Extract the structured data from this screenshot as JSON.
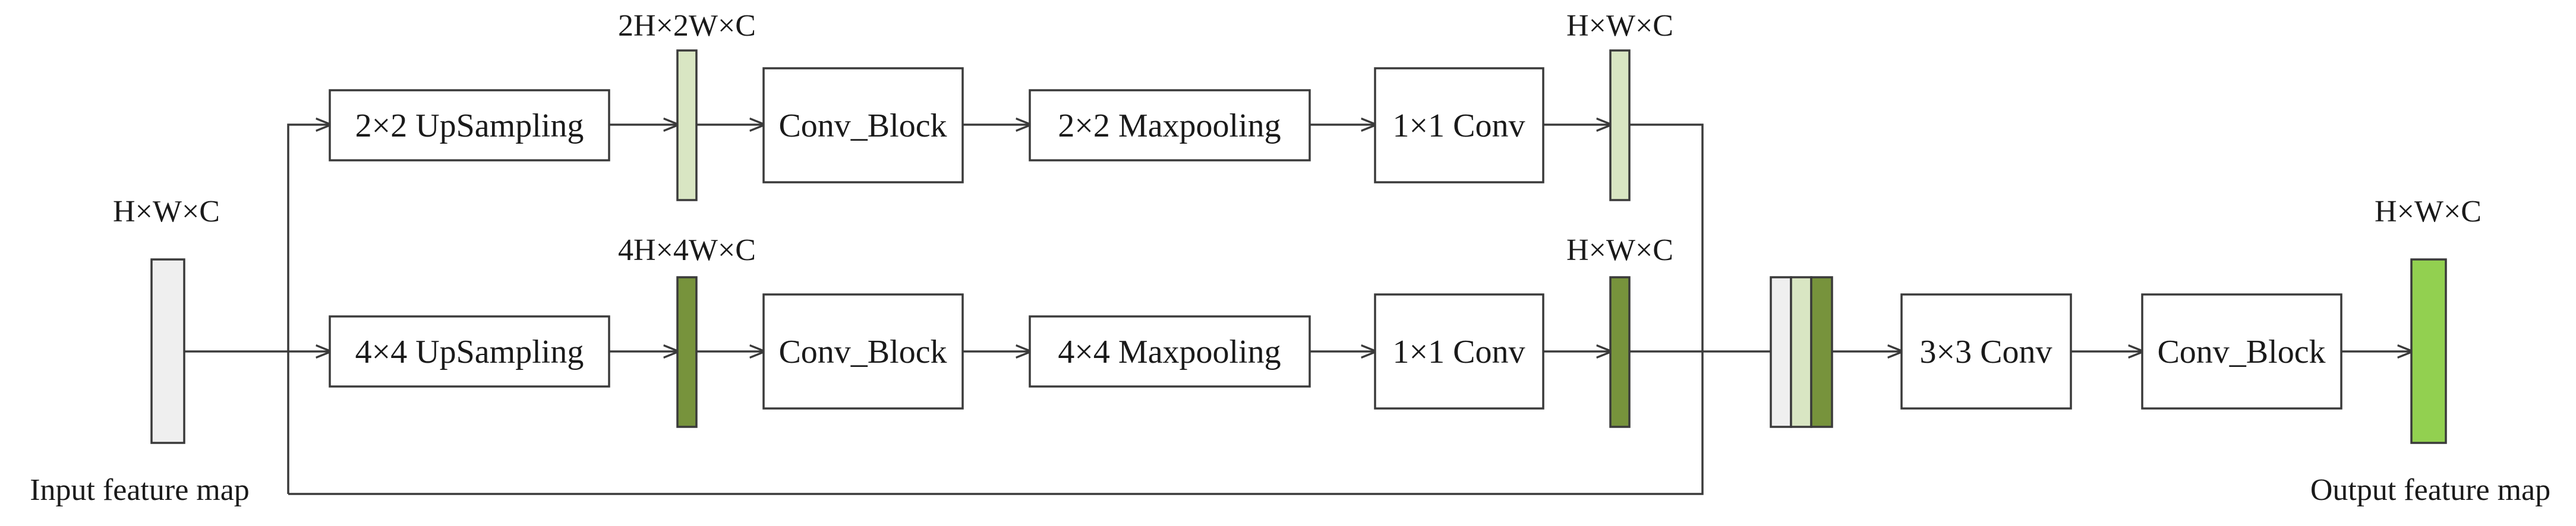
{
  "colors": {
    "input_map": "#efefef",
    "light_green": "#d9e6c3",
    "dark_green": "#77933c",
    "output_green": "#92d050",
    "line": "#3a3a3a",
    "text": "#1a1a1a"
  },
  "labels": {
    "input_dim": "H×W×C",
    "input_caption": "Input feature map",
    "top_branch_dim": "2H×2W×C",
    "top_branch_out_dim": "H×W×C",
    "bottom_branch_dim": "4H×4W×C",
    "bottom_branch_out_dim": "H×W×C",
    "output_dim": "H×W×C",
    "output_caption": "Output feature map"
  },
  "top_branch": {
    "upsampling": "2×2 UpSampling",
    "conv_block": "Conv_Block",
    "maxpooling": "2×2 Maxpooling",
    "conv1x1": "1×1 Conv"
  },
  "bottom_branch": {
    "upsampling": "4×4 UpSampling",
    "conv_block": "Conv_Block",
    "maxpooling": "4×4 Maxpooling",
    "conv1x1": "1×1 Conv"
  },
  "merge": {
    "conv3x3": "3×3 Conv",
    "conv_block": "Conv_Block"
  }
}
